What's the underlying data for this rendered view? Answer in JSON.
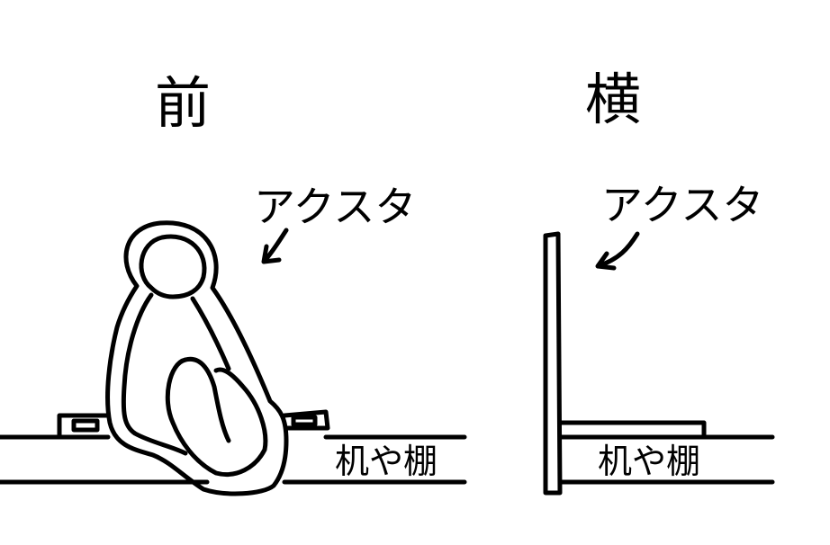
{
  "front": {
    "title": "前",
    "acrylic_label": "アクスタ",
    "surface_label": "机や棚"
  },
  "side": {
    "title": "横",
    "acrylic_label": "アクスタ",
    "surface_label": "机や棚"
  }
}
